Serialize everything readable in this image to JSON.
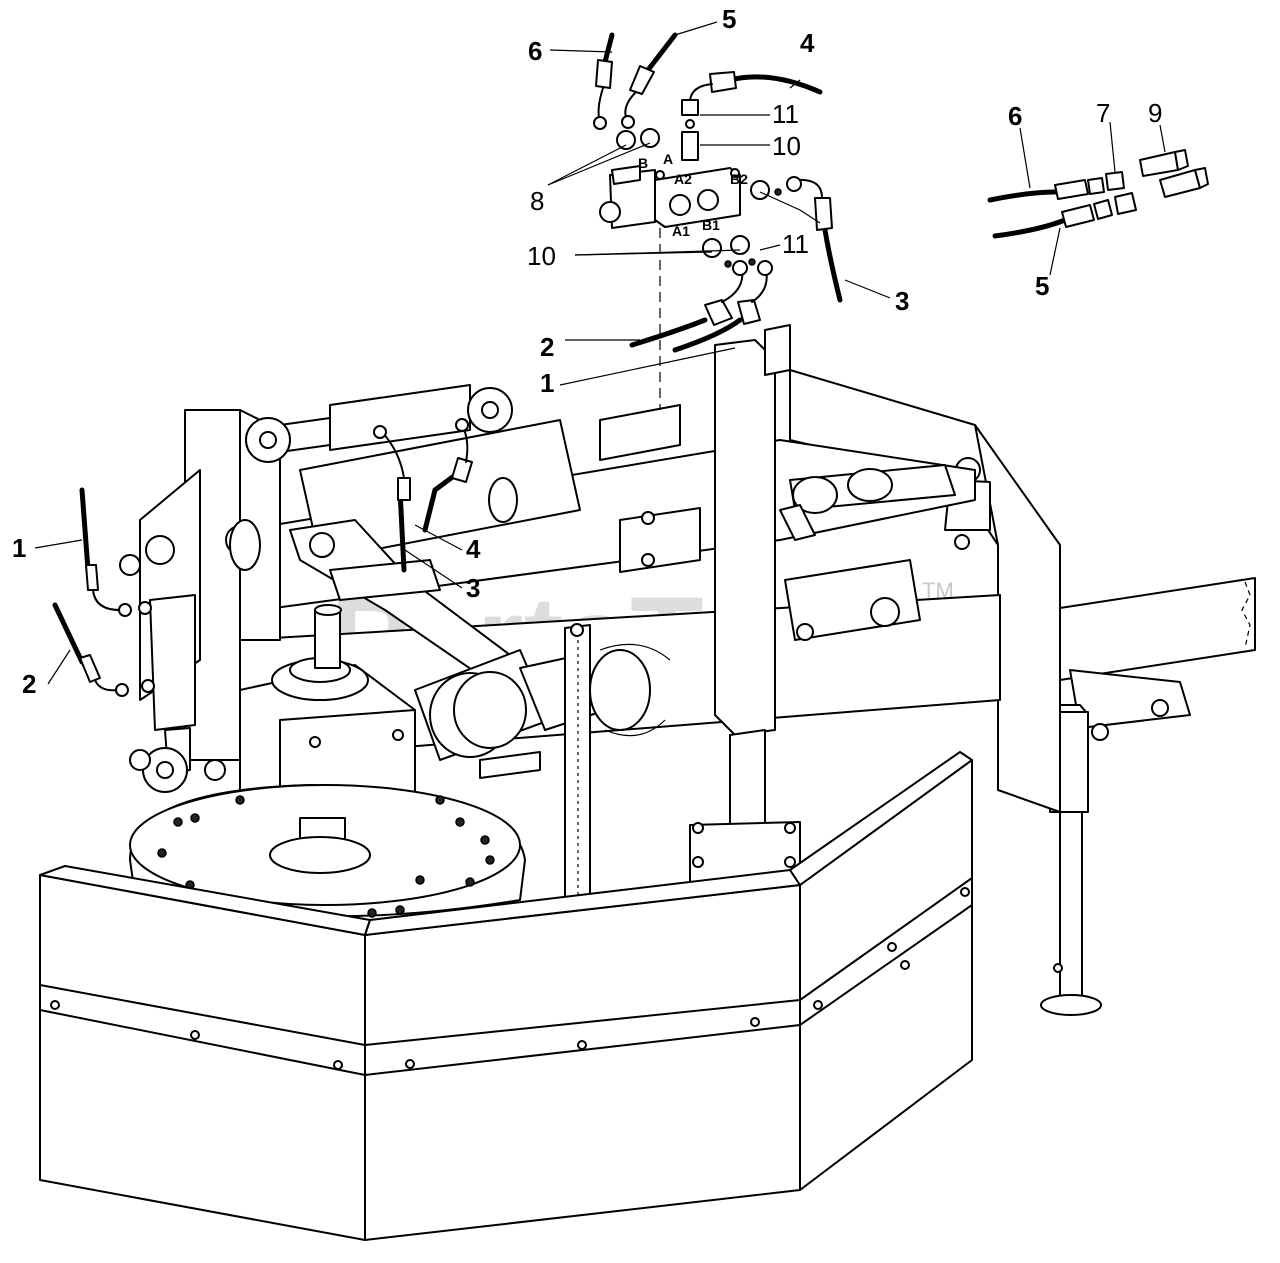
{
  "watermark": {
    "text": "PartsTree",
    "trademark": "TM"
  },
  "ports": {
    "a2": "A2",
    "b2": "B2",
    "a1": "A1",
    "b1": "B1",
    "a": "A",
    "b": "B"
  },
  "callouts": {
    "c1_left": "1",
    "c2_left": "2",
    "c3_mid": "3",
    "c4_mid": "4",
    "c1_valve": "1",
    "c2_valve": "2",
    "c3_valve": "3",
    "c4_top": "4",
    "c5_top": "5",
    "c6_top": "6",
    "c8": "8",
    "c10_top": "10",
    "c10_left": "10",
    "c11_top": "11",
    "c11_right": "11",
    "c6_inset": "6",
    "c7_inset": "7",
    "c9_inset": "9",
    "c5_inset": "5"
  }
}
